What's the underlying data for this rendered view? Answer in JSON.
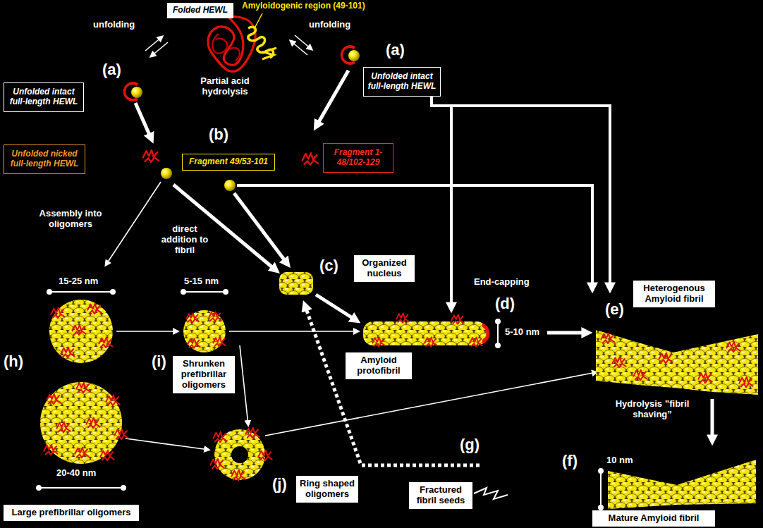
{
  "diagram": {
    "nodes": [
      {
        "text": [
          "Folded HEWL"
        ]
      },
      {
        "text": [
          "Unfolded intact full-length HEWL"
        ]
      },
      {
        "text": [
          "Unfolded intact full-length HEWL"
        ]
      },
      {
        "text": [
          "Unfolded nicked full-length HEWL"
        ]
      },
      {
        "text": [
          "Fragment 49/53-101"
        ]
      },
      {
        "text": [
          "Fragment 1-48/102-129"
        ]
      },
      {
        "text": [
          "Organized nucleus"
        ]
      },
      {
        "text": [
          "Heterogenous Amyloid fibril"
        ]
      },
      {
        "text": [
          "Shrunken prefibrillar oligomers"
        ]
      },
      {
        "text": [
          "Amyloid protofibril"
        ]
      },
      {
        "text": [
          "Ring shaped oligomers"
        ]
      },
      {
        "text": [
          "Fractured fibril seeds"
        ]
      },
      {
        "text": [
          "Mature Amyloid fibril"
        ]
      },
      {
        "text": [
          "Large prefibrillar oligomers"
        ]
      }
    ],
    "labels": [
      "Amyloidogenic region (49-101)",
      "unfolding",
      "unfolding",
      "(a)",
      "(a)",
      "Partial acid hydrolysis",
      "(b)",
      "Assembly into oligomers",
      "direct addition to fibril",
      "(c)",
      "End-capping",
      "(d)",
      "5-10 nm",
      "(e)",
      "15-25 nm",
      "5-15 nm",
      "(h)",
      "(i)",
      "20-40 nm",
      "(j)",
      "(g)",
      "Hydrolysis ”fibril shaving”",
      "(f)",
      "10 nm"
    ]
  }
}
